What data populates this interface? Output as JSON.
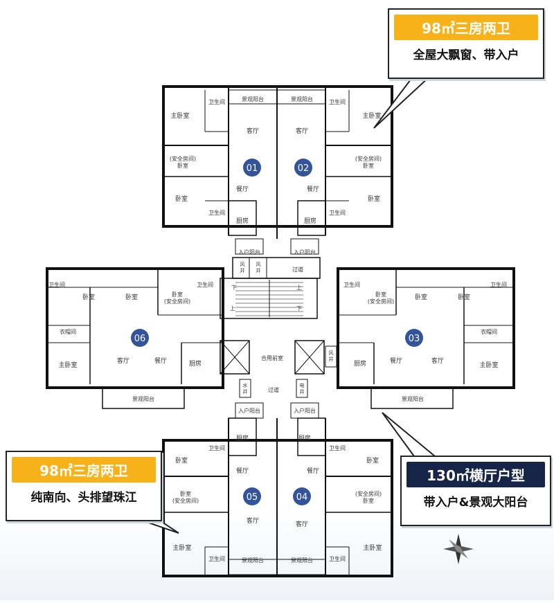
{
  "callouts": {
    "top": {
      "title": "98㎡三房两卫",
      "sub": "全屋大飘窗、带入户"
    },
    "left": {
      "title": "98㎡三房两卫",
      "sub": "纯南向、头排望珠江"
    },
    "right": {
      "title": "130㎡横厅户型",
      "sub": "带入户&景观大阳台"
    }
  },
  "units": [
    "01",
    "02",
    "03",
    "04",
    "05",
    "06"
  ],
  "labels": {
    "master": "主卧室",
    "bedroom": "卧室",
    "safe_bedroom": "卧室\n(安全房间)",
    "safe_bedroom_b": "(安全房间)\n卧室",
    "bath": "卫生间",
    "living": "客厅",
    "dining": "餐厅",
    "kitchen": "厨房",
    "scenic_balcony": "景观阳台",
    "entry_balcony": "入户阳台",
    "wardrobe": "衣帽间",
    "corridor": "过道",
    "lobby": "合用前室",
    "wind_shaft": "风\n井",
    "water_shaft": "水\n井",
    "power_shaft": "电\n井",
    "down": "下",
    "up": "上"
  },
  "colors": {
    "accent_gold": "#f7b21a",
    "accent_navy": "#162447",
    "unit_badge": "#34549a",
    "wall": "#111111"
  }
}
